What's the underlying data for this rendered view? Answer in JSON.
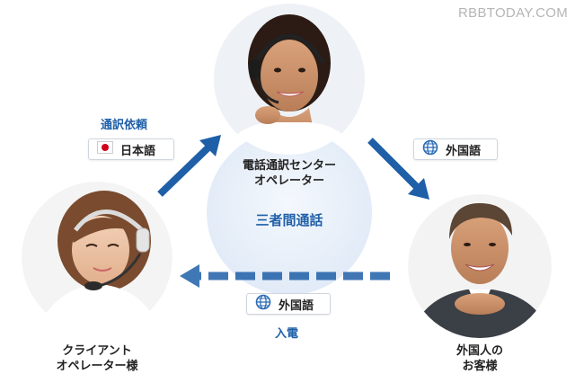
{
  "watermark": "RBBTODAY.COM",
  "center_label": "三者間通話",
  "nodes": {
    "top": {
      "line1": "電話通訳センター",
      "line2": "オペレーター"
    },
    "left": {
      "line1": "クライアント",
      "line2": "オペレーター様"
    },
    "right": {
      "line1": "外国人の",
      "line2": "お客様"
    }
  },
  "flows": {
    "request_label": "通訳依頼",
    "incoming_label": "入電"
  },
  "tags": {
    "japanese": "日本語",
    "foreign_top": "外国語",
    "foreign_bottom": "外国語"
  },
  "colors": {
    "arrow_blue": "#1f5fa8",
    "center_circle": "#e6eef8",
    "flag_red": "#d0021b"
  },
  "icons": {
    "japanese": "japan-flag-icon",
    "foreign": "globe-icon"
  }
}
